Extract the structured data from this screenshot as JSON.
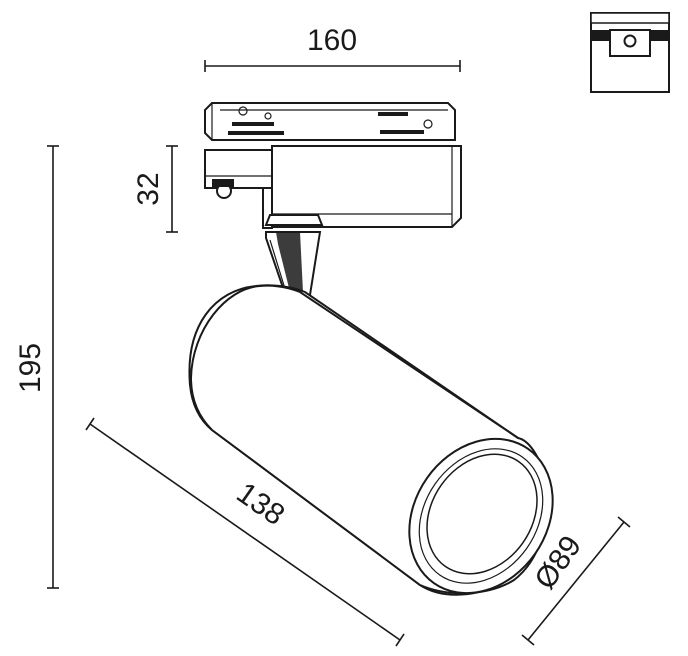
{
  "dimensions": {
    "width": "160",
    "height_adapter": "32",
    "height_total": "195",
    "length": "138",
    "diameter": "Ø89"
  },
  "icon": {
    "name": "track-type-icon",
    "colors": {
      "stroke": "#1a1a1a",
      "fill": "#1a1a1a"
    }
  }
}
